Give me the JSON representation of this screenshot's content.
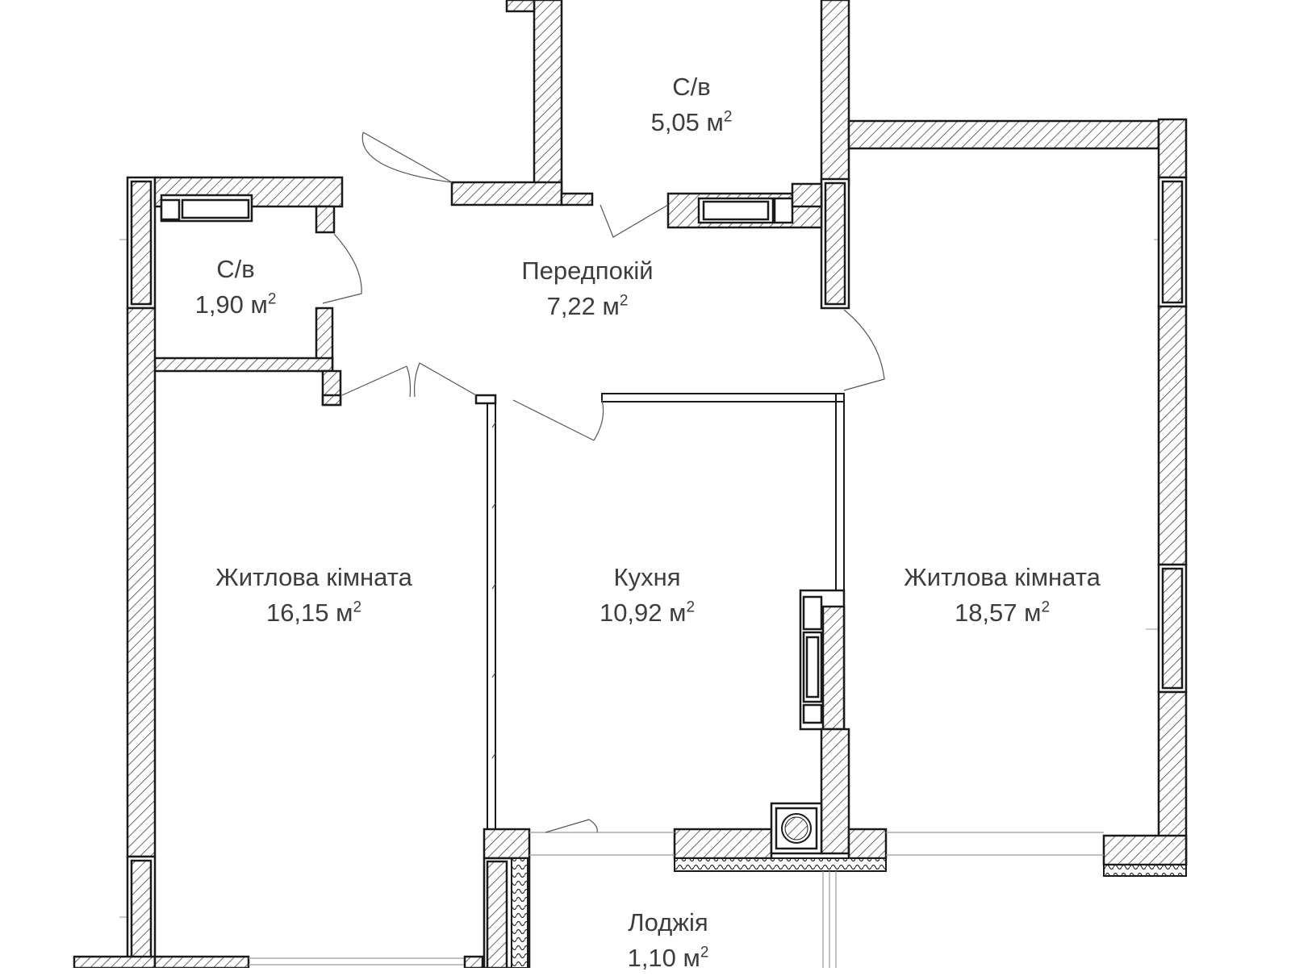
{
  "plan": {
    "rooms": [
      {
        "id": "bathroom-large",
        "name": "С/в",
        "area": "5,05 м",
        "unit_sup": "2"
      },
      {
        "id": "bathroom-small",
        "name": "С/в",
        "area": "1,90 м",
        "unit_sup": "2"
      },
      {
        "id": "hallway",
        "name": "Передпокій",
        "area": "7,22 м",
        "unit_sup": "2"
      },
      {
        "id": "living-left",
        "name": "Житлова кімната",
        "area": "16,15 м",
        "unit_sup": "2"
      },
      {
        "id": "kitchen",
        "name": "Кухня",
        "area": "10,92 м",
        "unit_sup": "2"
      },
      {
        "id": "living-right",
        "name": "Житлова кімната",
        "area": "18,57 м",
        "unit_sup": "2"
      },
      {
        "id": "loggia",
        "name": "Лоджія",
        "area": "1,10 м",
        "unit_sup": "2"
      }
    ]
  }
}
